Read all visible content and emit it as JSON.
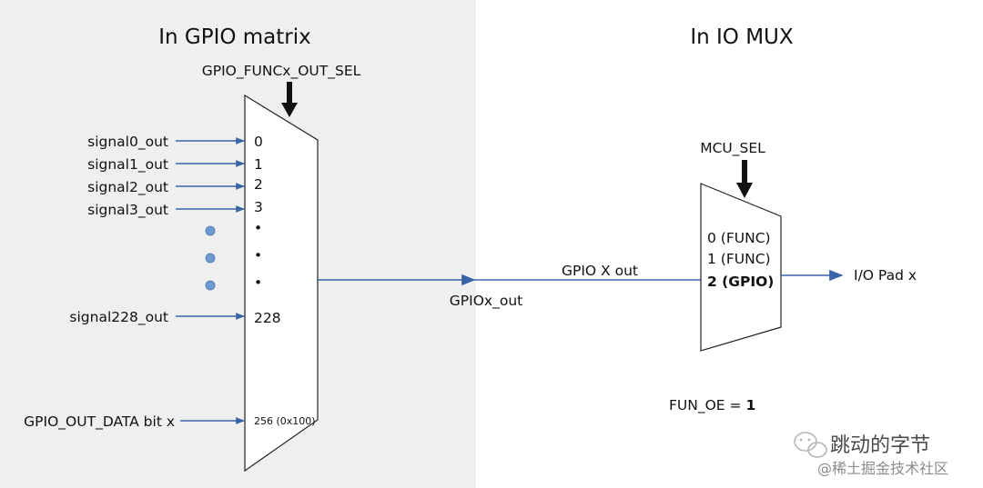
{
  "gpio_matrix": {
    "title": "In GPIO matrix",
    "sel_label": "GPIO_FUNCx_OUT_SEL",
    "inputs": [
      {
        "label": "signal0_out",
        "port": "0"
      },
      {
        "label": "signal1_out",
        "port": "1"
      },
      {
        "label": "signal2_out",
        "port": "2"
      },
      {
        "label": "signal3_out",
        "port": "3"
      },
      {
        "label": "signal228_out",
        "port": "228"
      },
      {
        "label": "GPIO_OUT_DATA bit x",
        "port": "256 (0x100)"
      }
    ],
    "ellipsis_port_marks": [
      "•",
      "•",
      "•"
    ],
    "output_label": "GPIOx_out",
    "background_color": "#efefef"
  },
  "io_mux": {
    "title": "In IO MUX",
    "sel_label": "MCU_SEL",
    "ports": [
      "0 (FUNC)",
      "1 (FUNC)",
      "2 (GPIO)"
    ],
    "input_label": "GPIO X out",
    "output_label": "I/O Pad x",
    "fun_oe_label": "FUN_OE = ",
    "fun_oe_value": "1"
  },
  "watermark": {
    "line1": "跳动的字节",
    "line2": "@稀土掘金技术社区"
  },
  "colors": {
    "arrow_blue": "#3a64a8",
    "dot_blue": "#6f9ad0",
    "mux_stroke": "#222222",
    "sel_arrow": "#111111"
  }
}
